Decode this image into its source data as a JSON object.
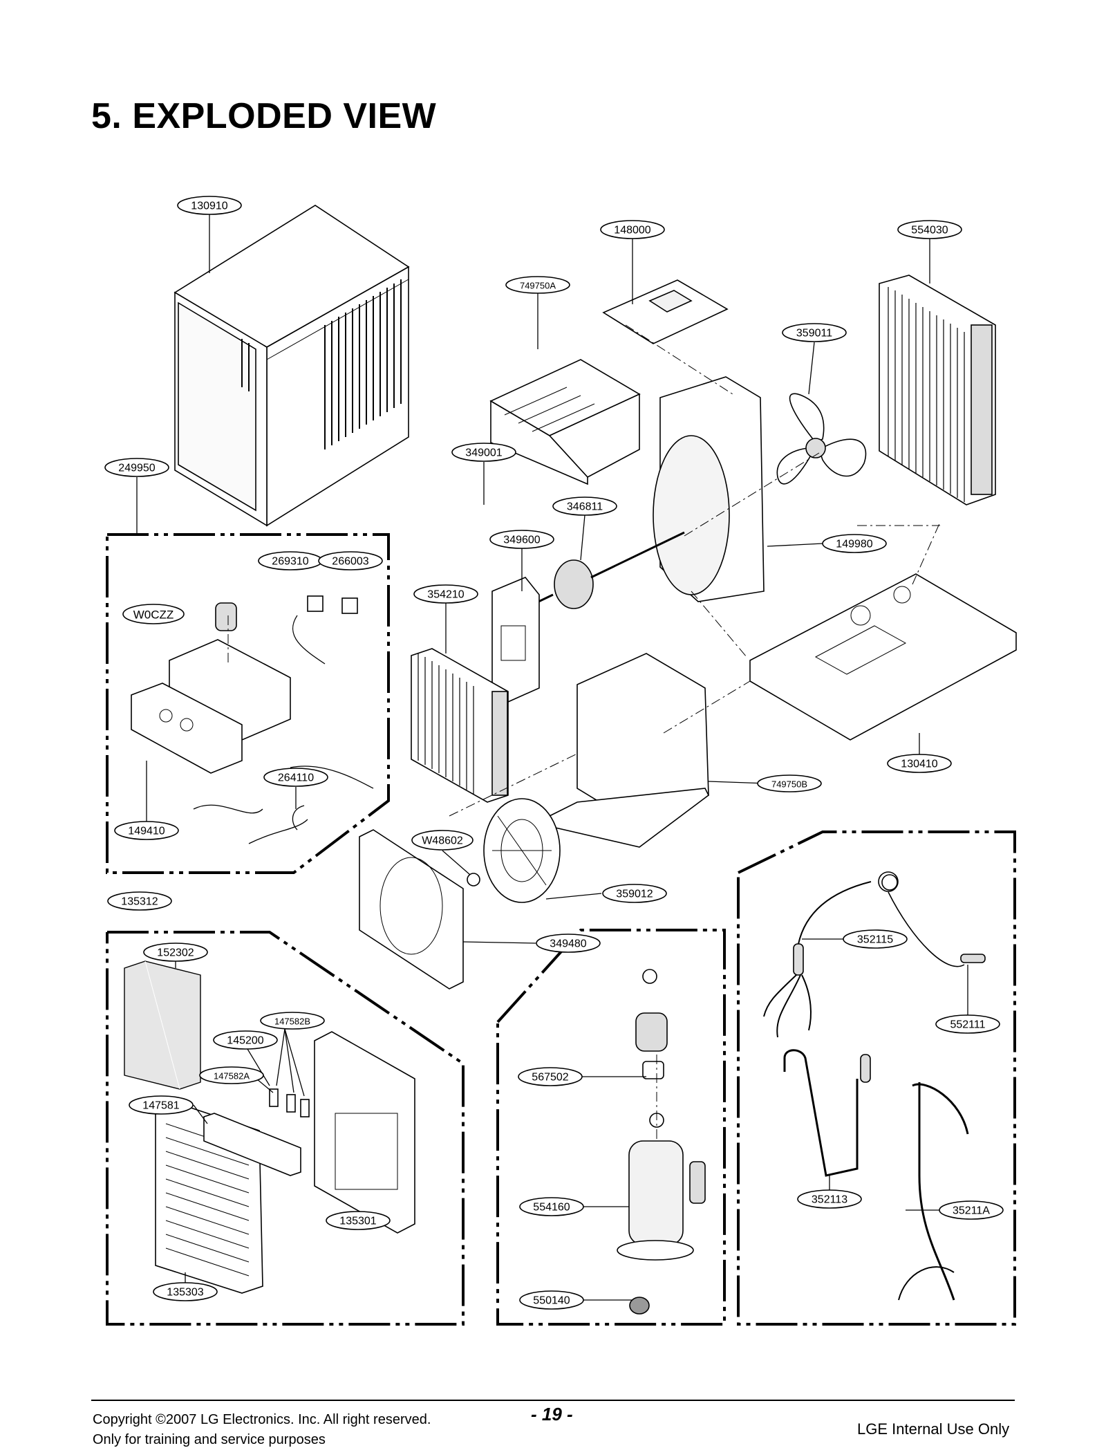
{
  "page": {
    "title": "5. EXPLODED VIEW",
    "page_number": "- 19 -",
    "copyright": "Copyright ©2007 LG Electronics. Inc. All right reserved.",
    "training_note": "Only for training and service purposes",
    "internal_note": "LGE Internal Use Only"
  },
  "parts": [
    "130910",
    "148000",
    "554030",
    "749750A",
    "359011",
    "249950",
    "349001",
    "346811",
    "349600",
    "149980",
    "269310",
    "266003",
    "W0CZZ",
    "354210",
    "130410",
    "749750B",
    "264110",
    "149410",
    "W48602",
    "359012",
    "135312",
    "349480",
    "352115",
    "152302",
    "147582B",
    "552111",
    "145200",
    "147582A",
    "567502",
    "147581",
    "554160",
    "352113",
    "35211A",
    "135301",
    "550140",
    "135303"
  ]
}
